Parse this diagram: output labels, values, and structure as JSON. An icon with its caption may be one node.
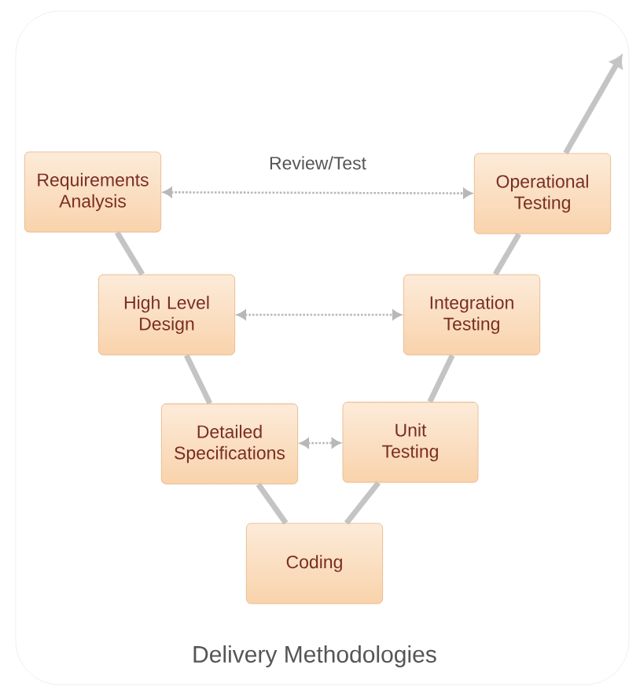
{
  "diagram": {
    "caption": "Delivery Methodologies",
    "nodes": [
      {
        "text": [
          "Requirements Analysis"
        ]
      },
      {
        "text": [
          "Operational Testing"
        ]
      },
      {
        "text": [
          "High Level Design"
        ]
      },
      {
        "text": [
          "Integration Testing"
        ]
      },
      {
        "text": [
          "Detailed Specifications"
        ]
      },
      {
        "text": [
          "Unit Testing"
        ]
      },
      {
        "text": [
          "Coding"
        ]
      }
    ],
    "edges": [
      {
        "from": 0,
        "to": 2,
        "arrow": "none"
      },
      {
        "from": 2,
        "to": 4,
        "arrow": "none"
      },
      {
        "from": 4,
        "to": 6,
        "arrow": "none"
      },
      {
        "from": 6,
        "to": 5,
        "arrow": "none"
      },
      {
        "from": 5,
        "to": 3,
        "arrow": "none"
      },
      {
        "from": 3,
        "to": 1,
        "arrow": "none"
      },
      {
        "from": 1,
        "to": null,
        "arrow": "to"
      },
      {
        "from": 0,
        "to": 1,
        "arrow": "both",
        "style": "dashed",
        "label": "Review/Test"
      },
      {
        "from": 2,
        "to": 3,
        "arrow": "both",
        "style": "dashed"
      },
      {
        "from": 4,
        "to": 5,
        "arrow": "both",
        "style": "dashed"
      }
    ]
  }
}
